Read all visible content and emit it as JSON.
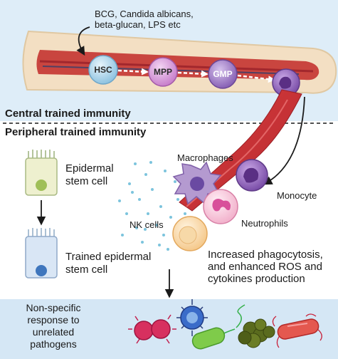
{
  "top_band": {
    "stimuli_label": "BCG, Candida albicans,\nbeta-glucan, LPS etc",
    "central_label": "Central trained immunity",
    "peripheral_label": "Peripheral trained immunity",
    "colors": {
      "band": "#deedf8",
      "bone": "#f3dfc3",
      "marrow": "#c9453f",
      "vessel": "#e0494b"
    }
  },
  "progenitors": [
    {
      "label": "HSC",
      "color": "#b9dcef"
    },
    {
      "label": "MPP",
      "color": "#e0a8e2"
    },
    {
      "label": "GMP",
      "color": "#a985cc"
    }
  ],
  "epidermis": {
    "stem_cell_label": "Epidermal\nstem cell",
    "trained_label": "Trained epidermal\nstem cell"
  },
  "immune_cells": {
    "macrophages": "Macrophages",
    "monocyte": "Monocyte",
    "nk_cells": "NK cells",
    "neutrophils": "Neutrophils",
    "effects": "Increased phagocytosis,\nand enhanced ROS and\ncytokines production"
  },
  "bottom_band": {
    "response_label": "Non-specific\nresponse to\nunrelated\npathogens",
    "color": "#d5e7f5"
  }
}
